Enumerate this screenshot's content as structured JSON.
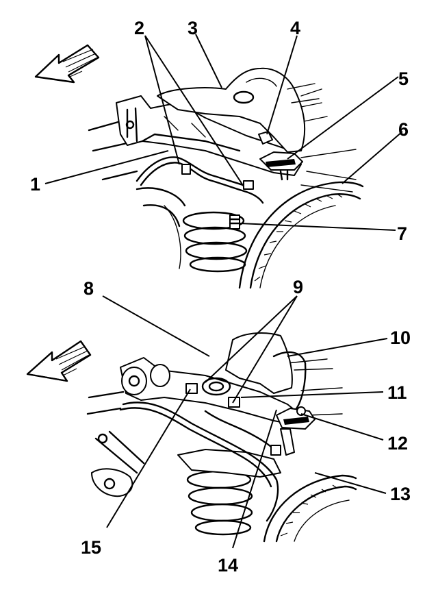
{
  "figure": {
    "top_view": {
      "arrow_icon": "direction-arrow",
      "callouts": [
        {
          "id": "c1",
          "text": "1"
        },
        {
          "id": "c2",
          "text": "2"
        },
        {
          "id": "c3",
          "text": "3"
        },
        {
          "id": "c4",
          "text": "4"
        },
        {
          "id": "c5",
          "text": "5"
        },
        {
          "id": "c6",
          "text": "6"
        },
        {
          "id": "c7",
          "text": "7"
        }
      ]
    },
    "bottom_view": {
      "arrow_icon": "direction-arrow",
      "callouts": [
        {
          "id": "c8",
          "text": "8"
        },
        {
          "id": "c9",
          "text": "9"
        },
        {
          "id": "c10",
          "text": "10"
        },
        {
          "id": "c11",
          "text": "11"
        },
        {
          "id": "c12",
          "text": "12"
        },
        {
          "id": "c13",
          "text": "13"
        },
        {
          "id": "c14",
          "text": "14"
        },
        {
          "id": "c15",
          "text": "15"
        }
      ]
    }
  }
}
